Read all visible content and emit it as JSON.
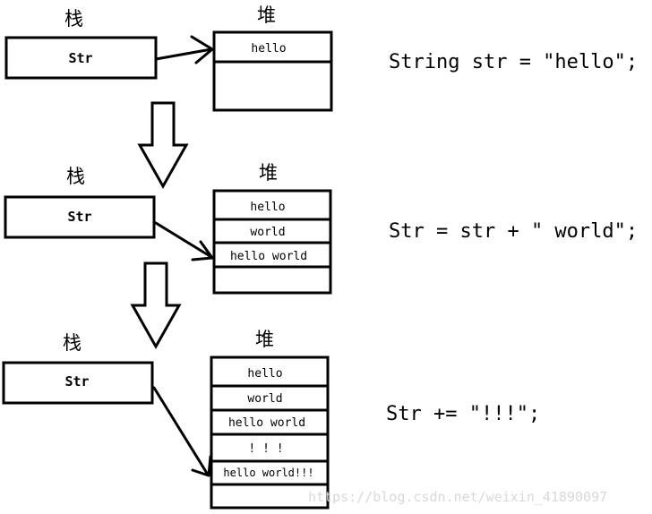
{
  "stages": [
    {
      "stack_label": "栈",
      "heap_label": "堆",
      "variable": "Str",
      "heap_cells": [
        "hello",
        ""
      ],
      "code": "String str = \"hello\";"
    },
    {
      "stack_label": "栈",
      "heap_label": "堆",
      "variable": "Str",
      "heap_cells": [
        "hello",
        "world",
        "hello world",
        ""
      ],
      "code": "Str = str + \" world\";"
    },
    {
      "stack_label": "栈",
      "heap_label": "堆",
      "variable": "Str",
      "heap_cells": [
        "hello",
        "world",
        "hello world",
        "! ! !",
        "hello world!!!",
        ""
      ],
      "code": "Str += \"!!!\";"
    }
  ],
  "watermark": "https://blog.csdn.net/weixin_41890097"
}
